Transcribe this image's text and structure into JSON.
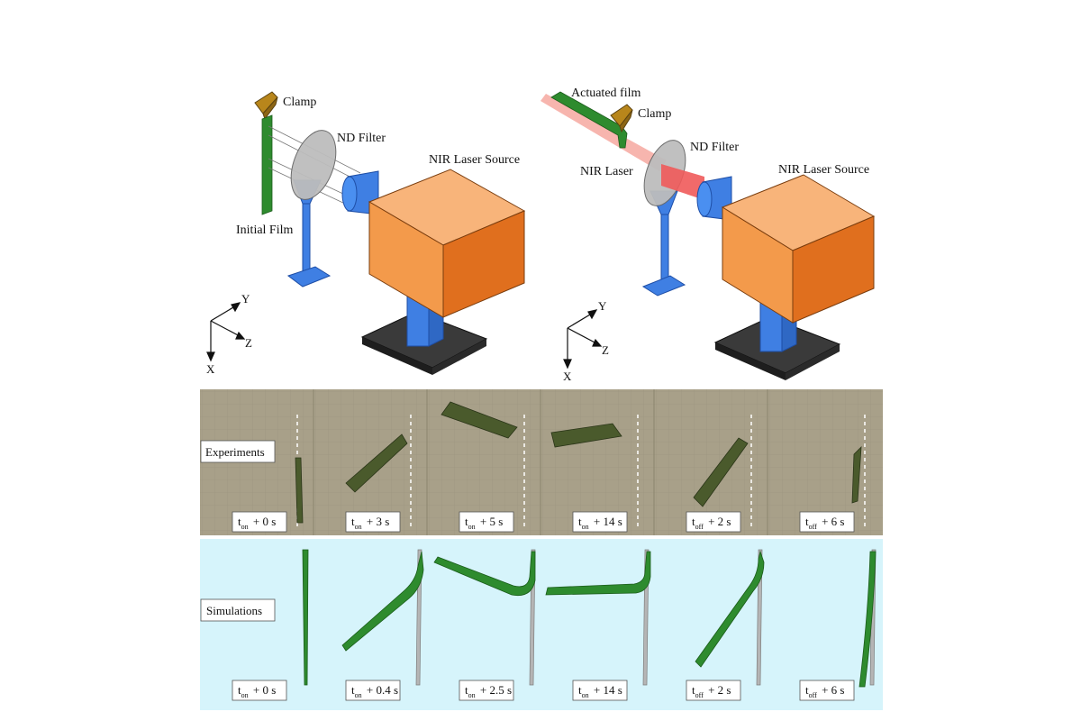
{
  "left_setup": {
    "clamp_label": "Clamp",
    "filter_label": "ND Filter",
    "source_label": "NIR Laser Source",
    "film_label": "Initial Film",
    "axes": {
      "y": "Y",
      "z": "Z",
      "x": "X"
    }
  },
  "right_setup": {
    "film_label": "Actuated film",
    "clamp_label": "Clamp",
    "filter_label": "ND Filter",
    "laser_label": "NIR Laser",
    "source_label": "NIR Laser Source",
    "axes": {
      "y": "Y",
      "z": "Z",
      "x": "X"
    }
  },
  "experiments": {
    "label": "Experiments",
    "frames": [
      {
        "sub": "on",
        "time": "+ 0 s"
      },
      {
        "sub": "on",
        "time": "+ 3 s"
      },
      {
        "sub": "on",
        "time": "+ 5 s"
      },
      {
        "sub": "on",
        "time": "+ 14 s"
      },
      {
        "sub": "off",
        "time": "+ 2 s"
      },
      {
        "sub": "off",
        "time": "+ 6 s"
      }
    ]
  },
  "simulations": {
    "label": "Simulations",
    "frames": [
      {
        "sub": "on",
        "time": "+ 0 s"
      },
      {
        "sub": "on",
        "time": "+ 0.4 s"
      },
      {
        "sub": "on",
        "time": "+ 2.5 s"
      },
      {
        "sub": "on",
        "time": "+ 14 s"
      },
      {
        "sub": "off",
        "time": "+ 2 s"
      },
      {
        "sub": "off",
        "time": "+ 6 s"
      }
    ]
  },
  "time_symbol": "t",
  "colors": {
    "laser_box": "#f39a4b",
    "laser_box_side": "#e06f1e",
    "stand_blue": "#3f7fe3",
    "base_dark": "#3a3a3a",
    "film_green": "#2e8b2e",
    "clamp_brown": "#b8861b",
    "experiment_bg": "#a8a089",
    "simulation_bg": "#d6f4fb",
    "beam_red": "#f05a5a"
  }
}
